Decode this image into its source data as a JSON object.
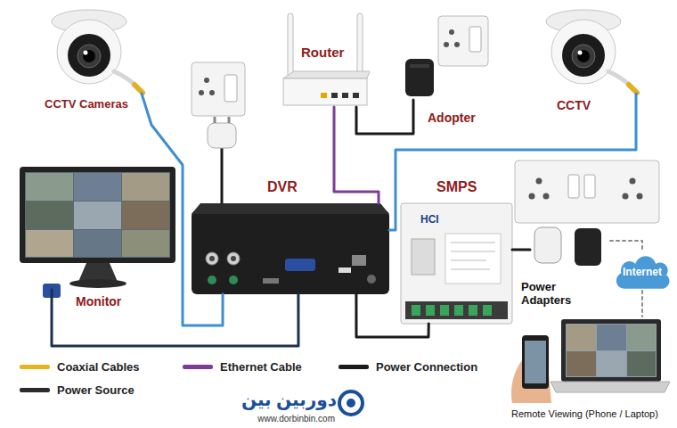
{
  "diagram": {
    "nodes": [
      {
        "text": [
          "CCTV Cameras"
        ]
      },
      {
        "text": [
          "Router"
        ]
      },
      {
        "text": [
          "Adopter"
        ]
      },
      {
        "text": [
          "CCTV"
        ]
      },
      {
        "text": [
          "DVR"
        ]
      },
      {
        "text": [
          "SMPS",
          "HCI"
        ]
      },
      {
        "text": [
          "Monitor"
        ]
      },
      {
        "text": [
          "Power Adapters"
        ]
      },
      {
        "text": [
          "Internet"
        ]
      },
      {
        "text": [
          "Remote Viewing (Phone / Laptop)"
        ]
      }
    ],
    "edges": [
      {
        "from": 0,
        "to": 4,
        "arrow": "none"
      },
      {
        "from": 3,
        "to": 4,
        "arrow": "none"
      },
      {
        "from": 1,
        "to": 4,
        "arrow": "none"
      },
      {
        "from": 2,
        "to": 1,
        "arrow": "none"
      },
      {
        "from": 4,
        "to": 6,
        "arrow": "none"
      },
      {
        "from": 5,
        "to": 4,
        "arrow": "none"
      },
      {
        "from": 7,
        "to": 5,
        "arrow": "none"
      },
      {
        "from": 7,
        "to": 8,
        "arrow": "none"
      },
      {
        "from": 8,
        "to": 9,
        "arrow": "none"
      }
    ],
    "labels": [
      "دوربین بین",
      "www.dorbinbin.com"
    ],
    "legend": [
      {
        "text": "Coaxial Cables",
        "color": "#e6b31e"
      },
      {
        "text": "Ethernet Cable",
        "color": "#7d3c98"
      },
      {
        "text": "Power Connection",
        "color": "#1a1a1a"
      },
      {
        "text": "Power Source",
        "color": "#2b2b2b"
      }
    ]
  }
}
